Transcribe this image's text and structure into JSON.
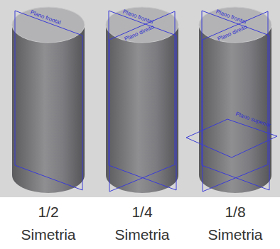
{
  "diagram": {
    "labels": [
      "Plano frontal",
      "Plano frontal",
      "Plano direito",
      "Plano frontal",
      "Plano direito",
      "Plano superior",
      "1/2",
      "Simetria",
      "1/4",
      "Simetria",
      "1/8",
      "Simetria"
    ]
  }
}
